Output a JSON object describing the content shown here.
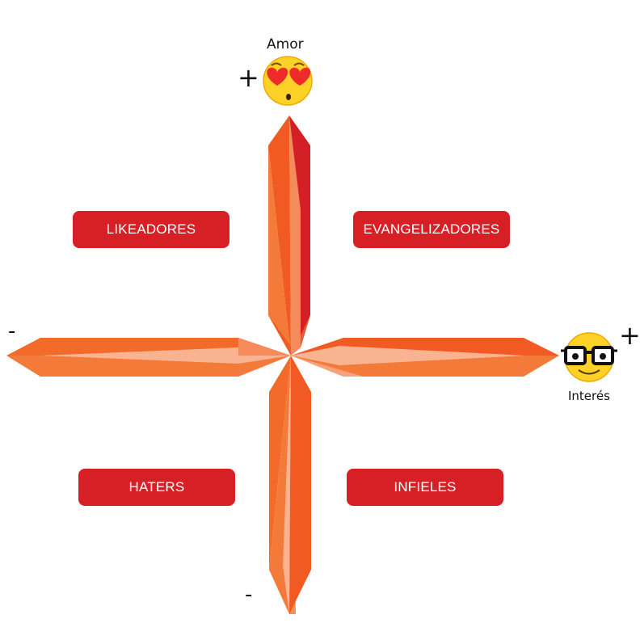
{
  "colors": {
    "arrow_dark": "#f15a22",
    "arrow_mid": "#f47a3a",
    "arrow_light": "#f6a27a",
    "arrow_red": "#d41f27",
    "label_bg": "#d71f26",
    "label_text": "#ffffff",
    "emoji_yellow": "#fcd226",
    "heart": "#ee2a2a"
  },
  "axes": {
    "vertical": {
      "label": "Amor",
      "positive": "+",
      "negative": "-",
      "top_icon": "heart-eyes-emoji-icon"
    },
    "horizontal": {
      "label": "Interés",
      "positive": "+",
      "negative": "-",
      "right_icon": "nerd-glasses-emoji-icon"
    }
  },
  "quadrants": {
    "top_left": "LIKEADORES",
    "top_right": "EVANGELIZADORES",
    "bottom_left": "HATERS",
    "bottom_right": "INFIELES"
  }
}
